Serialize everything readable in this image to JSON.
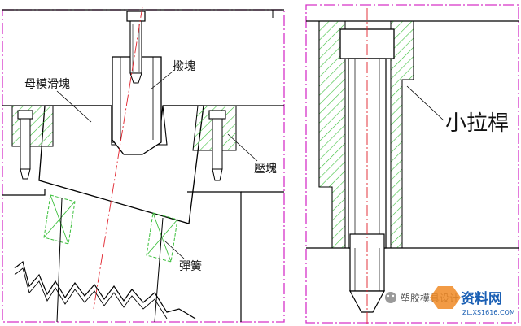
{
  "labels": {
    "mother_slide": "母模滑塊",
    "push_block": "撥塊",
    "press_block": "壓塊",
    "spring": "彈簧",
    "small_pull_rod": "小拉桿"
  },
  "watermark": {
    "account": "塑胶模具设计",
    "site": "资料网",
    "url": "ZL.XS1616.COM"
  },
  "colors": {
    "line": "#000000",
    "frame": "#d633c8",
    "centerline": "#e0202a",
    "hatch": "#3cbf3c",
    "watermark_blue": "#1a5fb4",
    "watermark_orange": "#f08a24"
  }
}
